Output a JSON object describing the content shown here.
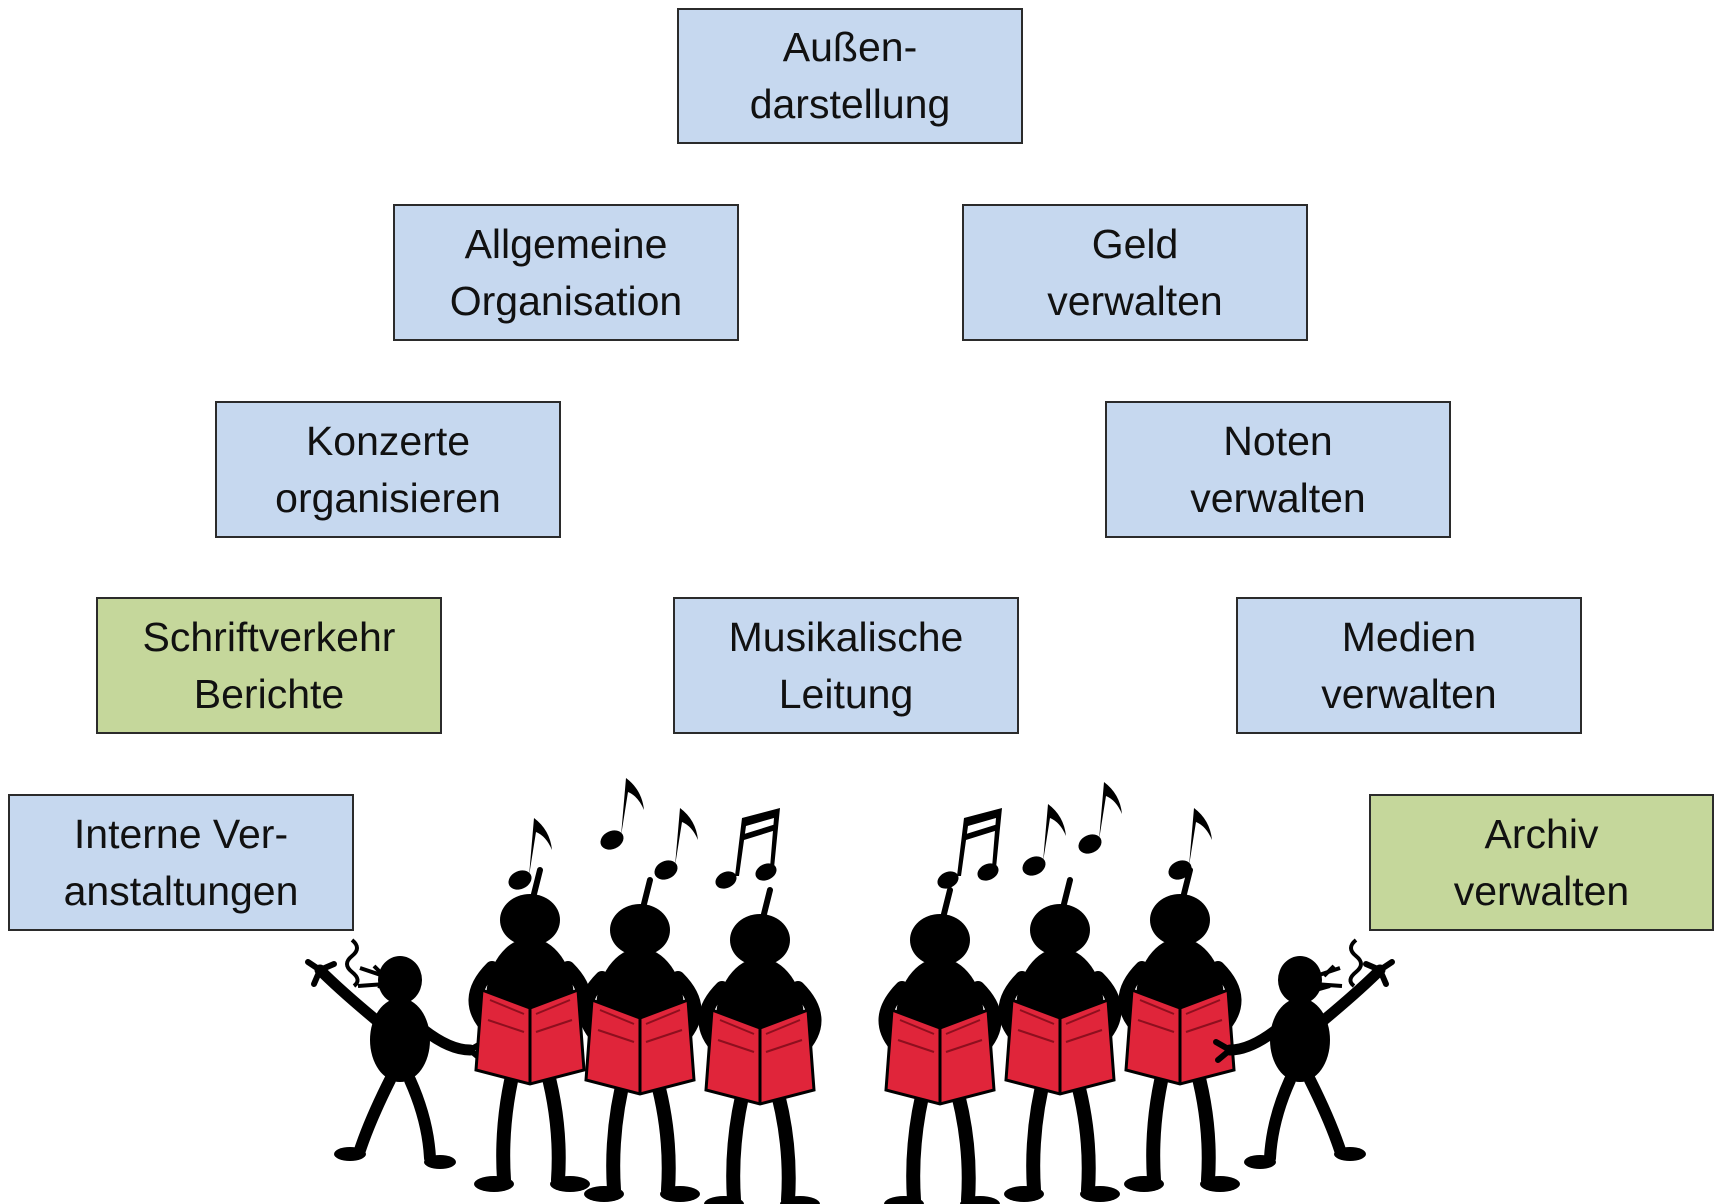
{
  "colors": {
    "blue_box": "#c6d8ef",
    "green_box": "#c5d79b",
    "book_red": "#e0253a",
    "silhouette": "#000000"
  },
  "boxes": {
    "aussendarstellung": {
      "lines": [
        "Außen-",
        "darstellung"
      ],
      "color": "blue"
    },
    "allgemeine_organisation": {
      "lines": [
        "Allgemeine",
        "Organisation"
      ],
      "color": "blue"
    },
    "geld_verwalten": {
      "lines": [
        "Geld",
        "verwalten"
      ],
      "color": "blue"
    },
    "konzerte_organisieren": {
      "lines": [
        "Konzerte",
        "organisieren"
      ],
      "color": "blue"
    },
    "noten_verwalten": {
      "lines": [
        "Noten",
        "verwalten"
      ],
      "color": "blue"
    },
    "schriftverkehr_berichte": {
      "lines": [
        "Schriftverkehr",
        "Berichte"
      ],
      "color": "green"
    },
    "musikalische_leitung": {
      "lines": [
        "Musikalische",
        "Leitung"
      ],
      "color": "blue"
    },
    "medien_verwalten": {
      "lines": [
        "Medien",
        "verwalten"
      ],
      "color": "blue"
    },
    "interne_veranstaltungen": {
      "lines": [
        "Interne Ver-",
        "anstaltungen"
      ],
      "color": "blue"
    },
    "archiv_verwalten": {
      "lines": [
        "Archiv",
        "verwalten"
      ],
      "color": "green"
    }
  },
  "illustration": {
    "icon": "choir-singers-illustration"
  }
}
